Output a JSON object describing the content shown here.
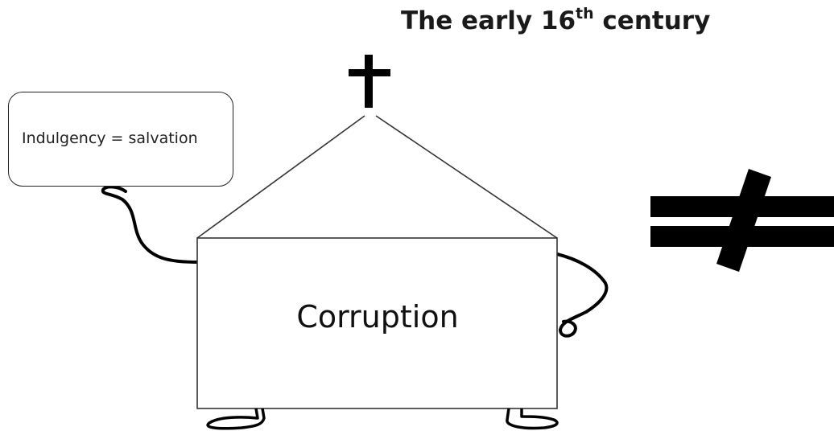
{
  "title": {
    "text_main": "The early 16",
    "text_sup": "th",
    "text_end": " century"
  },
  "speech_bubble": {
    "text": "Indulgency = salvation"
  },
  "church": {
    "label": "Corruption"
  },
  "icons": {
    "cross": "cross-icon",
    "not_equal": "not-equal-icon"
  },
  "colors": {
    "ink": "#000000",
    "line": "#333333",
    "background": "#ffffff"
  }
}
